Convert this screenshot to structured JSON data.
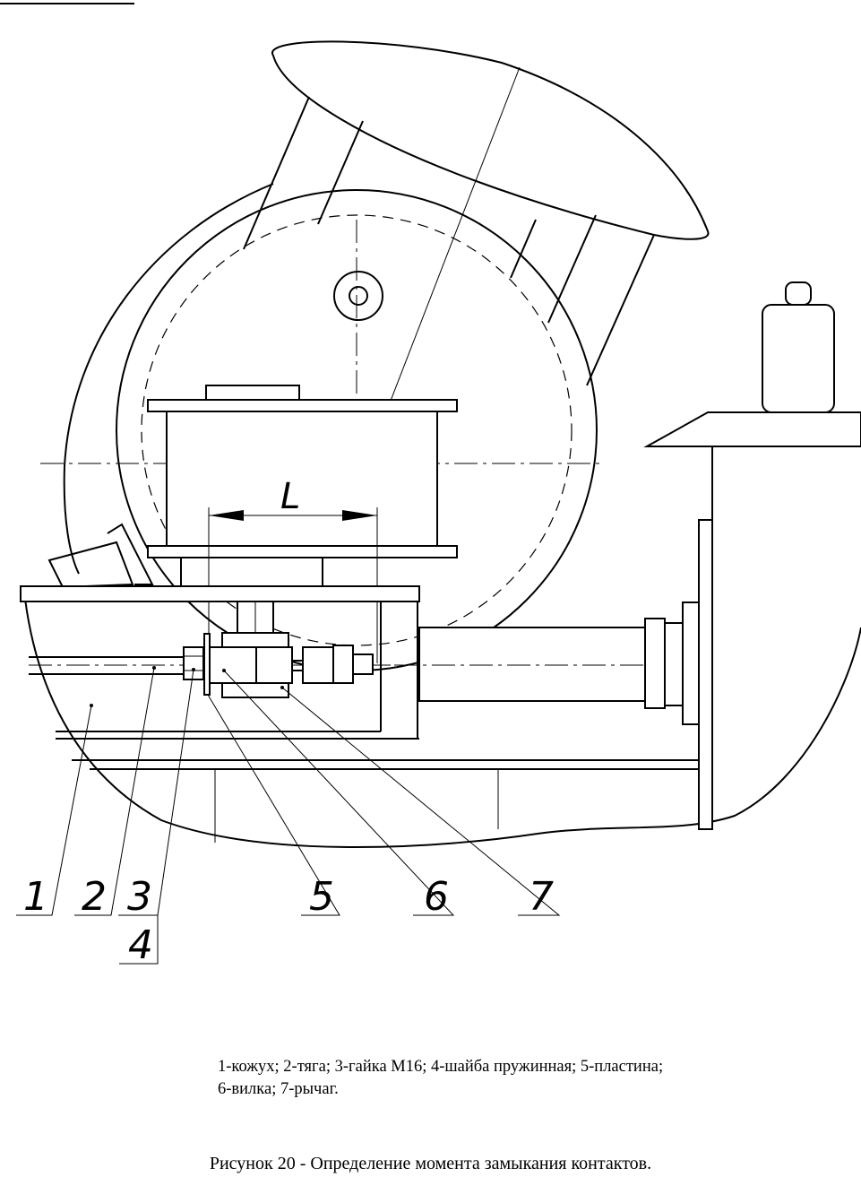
{
  "diagram": {
    "dimension_label": "L",
    "callouts": [
      "1",
      "2",
      "3",
      "4",
      "5",
      "6",
      "7"
    ]
  },
  "legend": {
    "line1": "1-кожух; 2-тяга; 3-гайка М16; 4-шайба пружинная; 5-пластина;",
    "line2": "6-вилка; 7-рычаг."
  },
  "caption": "Рисунок 20 - Определение момента замыкания контактов."
}
